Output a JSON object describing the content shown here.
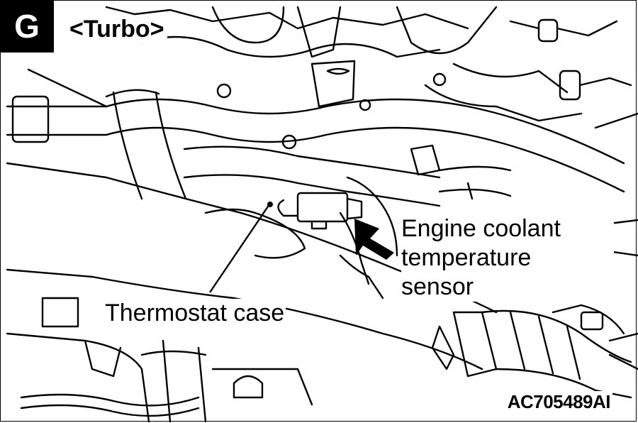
{
  "header": {
    "section_letter": "G",
    "variant": "<Turbo>"
  },
  "callouts": {
    "sensor_lines": [
      "Engine coolant",
      "temperature",
      "sensor"
    ],
    "thermostat": "Thermostat case"
  },
  "figure_code": "AC705489AI"
}
